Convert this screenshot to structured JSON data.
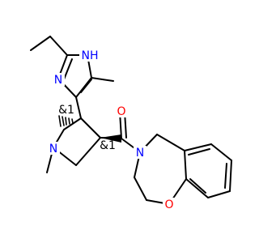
{
  "atoms": {
    "n_imidazole_1": {
      "label": "N",
      "color": "#0000ff"
    },
    "nh_imidazole": {
      "label": "NH",
      "color": "#0000ff"
    },
    "n_pyrrolidine": {
      "label": "N",
      "color": "#0000ff"
    },
    "n_amide": {
      "label": "N",
      "color": "#0000ff"
    },
    "o_carbonyl": {
      "label": "O",
      "color": "#ff0000"
    },
    "o_ether": {
      "label": "O",
      "color": "#ff0000"
    }
  },
  "stereo_labels": {
    "and1_a": "&1",
    "and1_b": "&1"
  },
  "colors": {
    "bond": "#000000",
    "nitrogen": "#0000ff",
    "oxygen": "#ff0000"
  }
}
